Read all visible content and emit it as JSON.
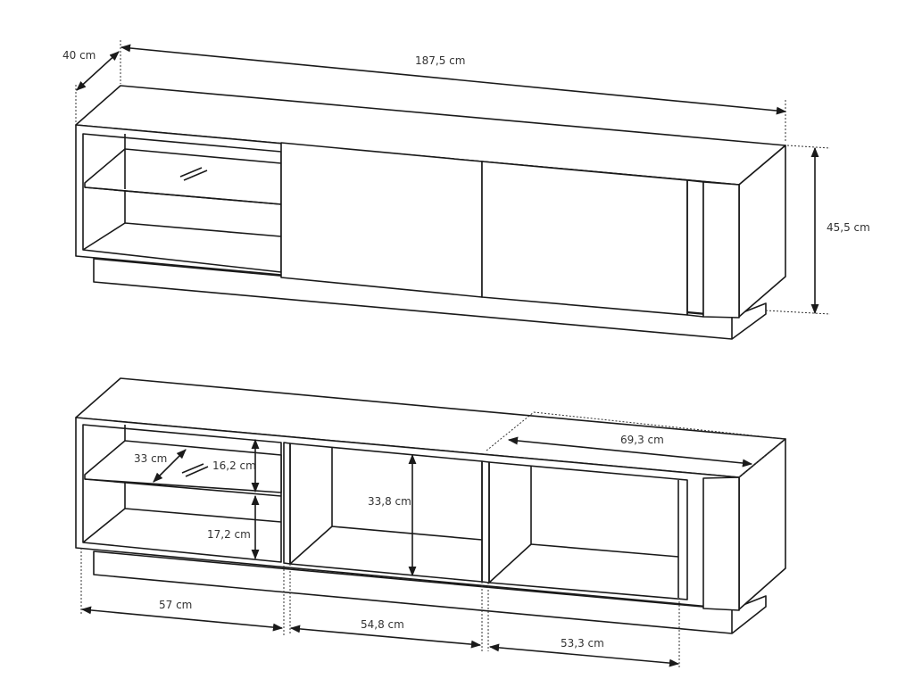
{
  "top_view": {
    "depth_label": "40 cm",
    "width_label": "187,5 cm",
    "height_label": "45,5 cm"
  },
  "bottom_view": {
    "inner_width_top_label": "69,3 cm",
    "shelf_depth_label": "33 cm",
    "upper_shelf_height_label": "16,2 cm",
    "compartment_height_label": "33,8 cm",
    "lower_shelf_height_label": "17,2 cm",
    "left_section_width_label": "57 cm",
    "middle_section_width_label": "54,8 cm",
    "right_section_width_label": "53,3 cm"
  }
}
